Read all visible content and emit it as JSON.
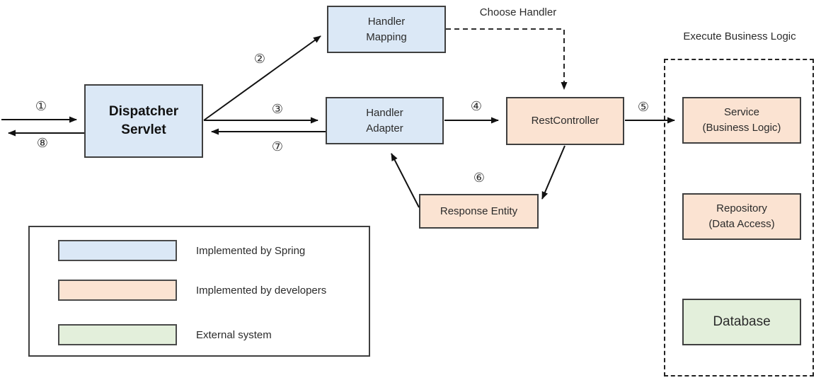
{
  "nodes": {
    "dispatcher_servlet": {
      "label": "Dispatcher\nServlet"
    },
    "handler_mapping": {
      "label": "Handler\nMapping"
    },
    "handler_adapter": {
      "label": "Handler\nAdapter"
    },
    "rest_controller": {
      "label": "RestController"
    },
    "response_entity": {
      "label": "Response Entity"
    },
    "service": {
      "label": "Service\n(Business Logic)"
    },
    "repository": {
      "label": "Repository\n(Data Access)"
    },
    "database": {
      "label": "Database"
    }
  },
  "annotations": {
    "choose_handler": "Choose Handler",
    "execute_business_logic": "Execute Business Logic"
  },
  "steps": {
    "1": "①",
    "2": "②",
    "3": "③",
    "4": "④",
    "5": "⑤",
    "6": "⑥",
    "7": "⑦",
    "8": "⑧"
  },
  "legend": {
    "items": [
      {
        "label": "Implemented by Spring",
        "color": "#dbe8f6"
      },
      {
        "label": "Implemented by developers",
        "color": "#fbe3d2"
      },
      {
        "label": "External system",
        "color": "#e3efdb"
      }
    ]
  },
  "colors": {
    "spring_fill": "#dbe8f6",
    "developer_fill": "#fbe3d2",
    "external_fill": "#e3efdb",
    "line": "#111111",
    "border": "#3f3f3f"
  }
}
